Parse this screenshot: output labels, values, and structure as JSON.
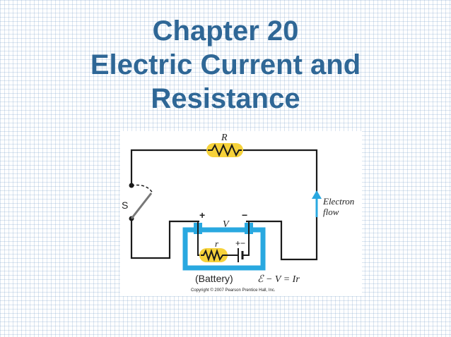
{
  "slide": {
    "title_lines": [
      "Chapter 20",
      "Electric Current and",
      "Resistance"
    ]
  },
  "figure": {
    "labels": {
      "resistor_R": "R",
      "switch_S": "S",
      "voltage_V": "V",
      "internal_r": "r",
      "battery_plus": "+",
      "battery_minus": "−",
      "cell_plus_minus": "+−",
      "electron_line1": "Electron",
      "electron_line2": "flow",
      "battery": "(Battery)",
      "equation": "ℰ − V = Ir",
      "copyright": "Copyright © 2007 Pearson Prentice Hall, Inc."
    },
    "colors": {
      "battery_box": "#29a8e0",
      "resistor_fill": "#f6d23a",
      "arrow": "#29a8e0",
      "wire": "#1a1a1a"
    }
  }
}
